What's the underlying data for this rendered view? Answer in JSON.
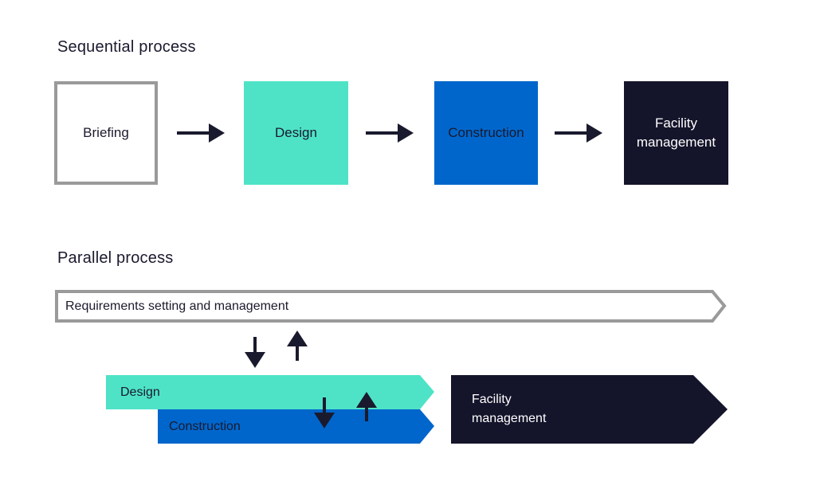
{
  "sequential": {
    "heading": "Sequential process",
    "steps": [
      {
        "label": "Briefing",
        "fill": "#ffffff",
        "border": "#9a9a9a",
        "text_color": "#1a1a2e"
      },
      {
        "label": "Design",
        "fill": "#4ee3c7",
        "border": "#4ee3c7",
        "text_color": "#1a1a2e"
      },
      {
        "label": "Construction",
        "fill": "#0066cc",
        "border": "#0066cc",
        "text_color": "#1a1a2e"
      },
      {
        "label": "Facility management",
        "fill": "#14142b",
        "border": "#14142b",
        "text_color": "#ffffff"
      }
    ],
    "arrow_color": "#1a1a2e"
  },
  "parallel": {
    "heading": "Parallel process",
    "requirements_label": "Requirements setting and management",
    "design_label": "Design",
    "construction_label": "Construction",
    "facility_label_line1": "Facility",
    "facility_label_line2": "management",
    "colors": {
      "requirements_border": "#9a9a9a",
      "design": "#4ee3c7",
      "construction": "#0066cc",
      "facility": "#14142b"
    }
  }
}
